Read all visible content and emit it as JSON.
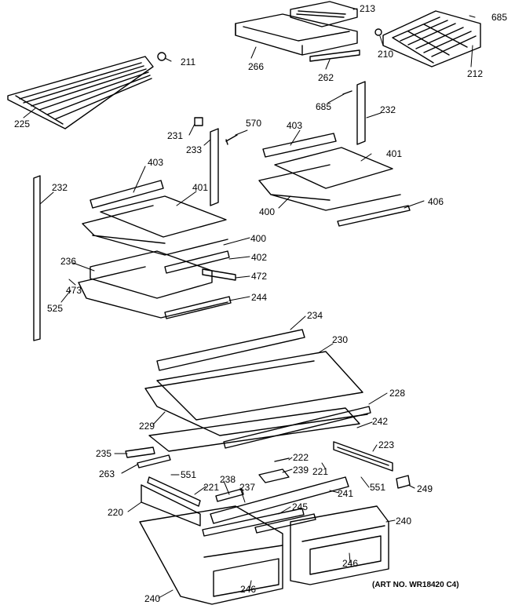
{
  "diagram": {
    "caption": "(ART NO. WR18420 C4)",
    "callouts": [
      {
        "id": "c213",
        "text": "213"
      },
      {
        "id": "c685a",
        "text": "685"
      },
      {
        "id": "c211",
        "text": "211"
      },
      {
        "id": "c266",
        "text": "266"
      },
      {
        "id": "c210",
        "text": "210"
      },
      {
        "id": "c262",
        "text": "262"
      },
      {
        "id": "c212",
        "text": "212"
      },
      {
        "id": "c225",
        "text": "225"
      },
      {
        "id": "c685b",
        "text": "685"
      },
      {
        "id": "c232a",
        "text": "232"
      },
      {
        "id": "c570",
        "text": "570"
      },
      {
        "id": "c231",
        "text": "231"
      },
      {
        "id": "c233",
        "text": "233"
      },
      {
        "id": "c403a",
        "text": "403"
      },
      {
        "id": "c401a",
        "text": "401"
      },
      {
        "id": "c403b",
        "text": "403"
      },
      {
        "id": "c232b",
        "text": "232"
      },
      {
        "id": "c401b",
        "text": "401"
      },
      {
        "id": "c406",
        "text": "406"
      },
      {
        "id": "c400a",
        "text": "400"
      },
      {
        "id": "c400b",
        "text": "400"
      },
      {
        "id": "c402",
        "text": "402"
      },
      {
        "id": "c236",
        "text": "236"
      },
      {
        "id": "c472",
        "text": "472"
      },
      {
        "id": "c473",
        "text": "473"
      },
      {
        "id": "c244",
        "text": "244"
      },
      {
        "id": "c525",
        "text": "525"
      },
      {
        "id": "c234",
        "text": "234"
      },
      {
        "id": "c230",
        "text": "230"
      },
      {
        "id": "c228",
        "text": "228"
      },
      {
        "id": "c229",
        "text": "229"
      },
      {
        "id": "c242",
        "text": "242"
      },
      {
        "id": "c235",
        "text": "235"
      },
      {
        "id": "c223",
        "text": "223"
      },
      {
        "id": "c222",
        "text": "222"
      },
      {
        "id": "c263",
        "text": "263"
      },
      {
        "id": "c239",
        "text": "239"
      },
      {
        "id": "c221a",
        "text": "221"
      },
      {
        "id": "c551a",
        "text": "551"
      },
      {
        "id": "c238",
        "text": "238"
      },
      {
        "id": "c237",
        "text": "237"
      },
      {
        "id": "c221b",
        "text": "221"
      },
      {
        "id": "c551b",
        "text": "551"
      },
      {
        "id": "c249",
        "text": "249"
      },
      {
        "id": "c241",
        "text": "241"
      },
      {
        "id": "c220",
        "text": "220"
      },
      {
        "id": "c245",
        "text": "245"
      },
      {
        "id": "c240a",
        "text": "240"
      },
      {
        "id": "c246a",
        "text": "246"
      },
      {
        "id": "c246b",
        "text": "246"
      },
      {
        "id": "c240b",
        "text": "240"
      }
    ]
  }
}
